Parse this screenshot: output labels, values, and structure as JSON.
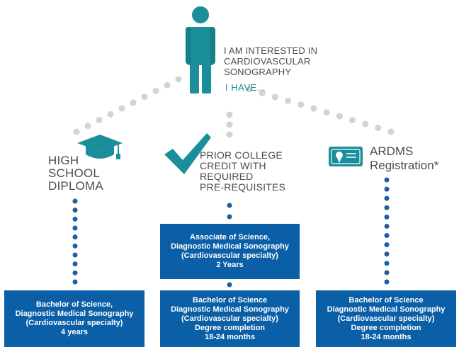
{
  "intro": {
    "lines": [
      "I AM INTERESTED IN",
      "CARDIOVASCULAR",
      "SONOGRAPHY"
    ],
    "have": "I HAVE..."
  },
  "paths": {
    "high_school": {
      "lines": [
        "HIGH",
        "SCHOOL",
        "DIPLOMA"
      ],
      "icon": "graduation-cap-icon",
      "box": [
        "Bachelor of Science,",
        "Diagnostic Medical Sonography",
        "(Cardiovascular specialty)",
        "4 years"
      ]
    },
    "prior_college": {
      "lines": [
        "PRIOR COLLEGE",
        "CREDIT WITH",
        "REQUIRED",
        "PRE-REQUISITES"
      ],
      "icon": "checkmark-icon",
      "box_associate": [
        "Associate of Science,",
        "Diagnostic Medical Sonography",
        "(Cardiovascular specialty)",
        "2 Years"
      ],
      "box_bachelor": [
        "Bachelor of Science",
        "Diagnostic Medical Sonography",
        "(Cardiovascular specialty)",
        "Degree completion",
        "18-24 months"
      ]
    },
    "ardms": {
      "lines": [
        "ARDMS",
        "Registration*"
      ],
      "icon": "certificate-icon",
      "box": [
        "Bachelor of Science",
        "Diagnostic Medical Sonography",
        "(Cardiovascular specialty)",
        "Degree completion",
        "18-24 months"
      ]
    }
  },
  "colors": {
    "teal": "#1a8f9b",
    "navy_box": "#0a5fa6",
    "blue_dot": "#1f5fa0",
    "gray_dot": "#d3d3d3",
    "text": "#4d4d4f"
  }
}
